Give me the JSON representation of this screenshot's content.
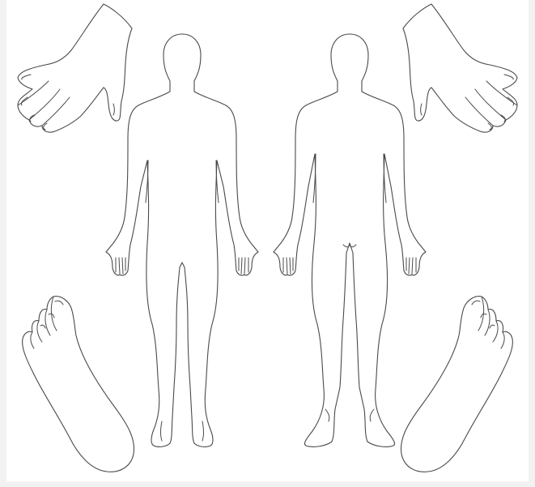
{
  "diagram": {
    "type": "body-chart",
    "background_color": "#f2f2f2",
    "sheet_color": "#ffffff",
    "line_color": "#4a4a4a",
    "parts": [
      {
        "id": "left-hand",
        "icon": "hand-icon"
      },
      {
        "id": "right-hand",
        "icon": "hand-icon"
      },
      {
        "id": "body-front",
        "icon": "human-body-icon"
      },
      {
        "id": "body-back",
        "icon": "human-body-icon"
      },
      {
        "id": "left-foot",
        "icon": "foot-icon"
      },
      {
        "id": "right-foot",
        "icon": "foot-icon"
      }
    ]
  }
}
